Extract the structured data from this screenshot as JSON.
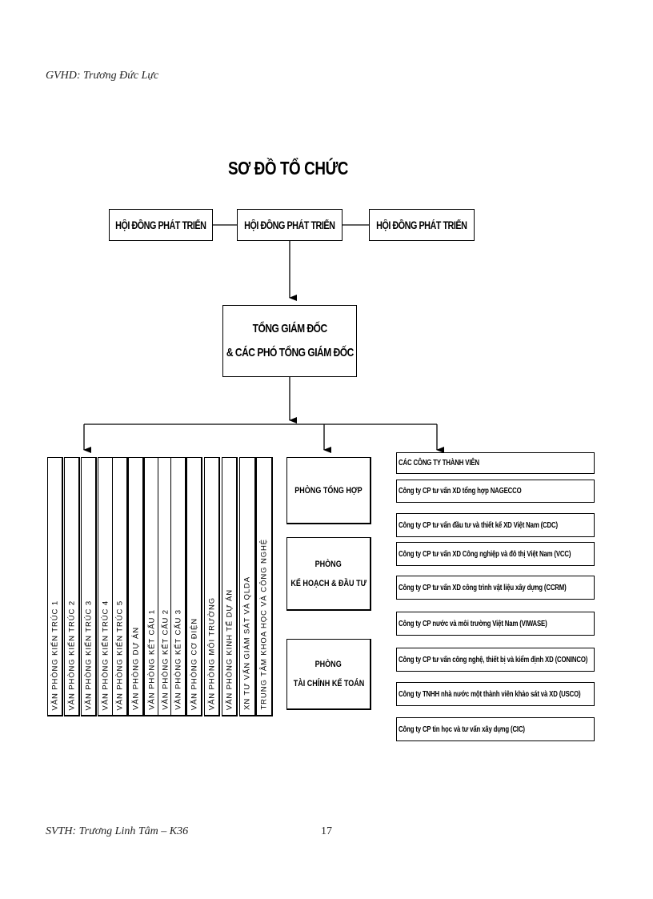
{
  "header": {
    "left": "GVHD: Trương Đức Lực"
  },
  "footer": {
    "left": "SVTH: Trương Linh Tâm – K36",
    "page_number": "17"
  },
  "chart": {
    "title": "SƠ ĐỒ TỔ CHỨC",
    "boards": [
      "HỘI ĐỒNG PHÁT TRIỂN",
      "HỘI ĐỒNG PHÁT TRIỂN",
      "HỘI ĐỒNG PHÁT TRIỂN"
    ],
    "ceo": {
      "line1": "TỔNG GIÁM ĐỐC",
      "line2": "& CÁC PHÓ TỔNG GIÁM ĐỐC"
    },
    "offices": [
      "VĂN PHÒNG KIẾN TRÚC 1",
      "VĂN PHÒNG KIẾN TRÚC 2",
      "VĂN PHÒNG KIẾN TRÚC 3",
      "VĂN PHÒNG KIẾN TRÚC 4",
      "VĂN PHÒNG KIẾN TRÚC 5",
      "VĂN PHÒNG DỰ ÁN",
      "VĂN PHÒNG KẾT CẤU 1",
      "VĂN PHÒNG KẾT CẤU 2",
      "VĂN PHÒNG KẾT CẤU 3",
      "VĂN PHÒNG CƠ ĐIỆN",
      "VĂN PHÒNG MÔI TRƯỜNG",
      "VĂN PHÒNG KINH TẾ DỰ ÁN",
      "XN TƯ VẤN GIÁM SÁT VÀ QLDA",
      "TRUNG TÂM KHOA HỌC VÀ CÔNG NGHỆ"
    ],
    "departments": [
      {
        "line1": "PHÒNG TỔNG HỢP",
        "line2": ""
      },
      {
        "line1": "PHÒNG",
        "line2": "KẾ HOẠCH & ĐẦU TƯ"
      },
      {
        "line1": "PHÒNG",
        "line2": "TÀI CHÍNH KẾ TOÁN"
      }
    ],
    "companies_header": "CÁC CÔNG TY THÀNH VIÊN",
    "companies": [
      "Công ty CP tư vấn XD tổng hợp NAGECCO",
      "Công ty CP tư vấn đầu tư và thiết kế XD Việt Nam (CDC)",
      "Công ty CP tư vấn XD Công nghiệp và đô thị Việt Nam (VCC)",
      "Công ty CP tư vấn XD công trình vật liệu xây dựng (CCRM)",
      "Công ty CP nước và môi trường Việt Nam (VIWASE)",
      "Công ty CP tư vấn công nghệ, thiết bị và kiểm định XD (CONINCO)",
      "Công ty TNHH nhà nước một thành viên khảo sát và XD (USCO)",
      "Công ty CP tin học và tư vấn xây dựng (CIC)"
    ]
  }
}
